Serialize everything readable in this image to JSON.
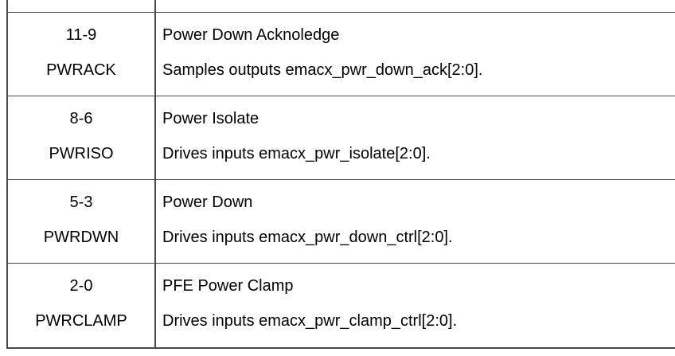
{
  "rows": [
    {
      "bits": "11-9",
      "field": "PWRACK",
      "title": "Power Down Acknoledge",
      "desc": "Samples outputs emacx_pwr_down_ack[2:0]."
    },
    {
      "bits": "8-6",
      "field": "PWRISO",
      "title": "Power Isolate",
      "desc": "Drives inputs emacx_pwr_isolate[2:0]."
    },
    {
      "bits": "5-3",
      "field": "PWRDWN",
      "title": "Power Down",
      "desc": "Drives inputs emacx_pwr_down_ctrl[2:0]."
    },
    {
      "bits": "2-0",
      "field": "PWRCLAMP",
      "title": "PFE Power Clamp",
      "desc": "Drives inputs emacx_pwr_clamp_ctrl[2:0]."
    }
  ]
}
